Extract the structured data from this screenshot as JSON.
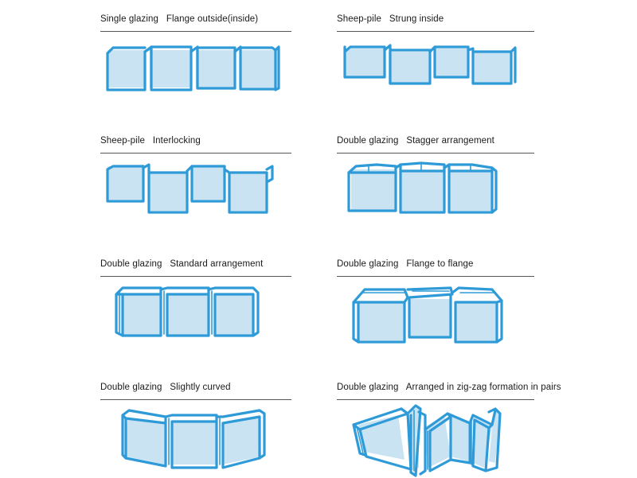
{
  "panels": [
    {
      "id": "p1",
      "caption": "Single glazing   Flange outside(inside)"
    },
    {
      "id": "p2",
      "caption": "Sheep-pile   Strung inside"
    },
    {
      "id": "p3",
      "caption": "Sheep-pile   Interlocking"
    },
    {
      "id": "p4",
      "caption": "Double glazing   Stagger arrangement"
    },
    {
      "id": "p5",
      "caption": "Double glazing   Standard arrangement"
    },
    {
      "id": "p6",
      "caption": "Double glazing   Flange to flange"
    },
    {
      "id": "p7",
      "caption": "Double glazing   Slightly curved"
    },
    {
      "id": "p8",
      "caption": "Double glazing   Arranged in zig-zag formation in pairs"
    }
  ],
  "colors": {
    "outline": "#2e9bd8",
    "panel_fill": "#c9e3f3",
    "rule": "#555555"
  }
}
